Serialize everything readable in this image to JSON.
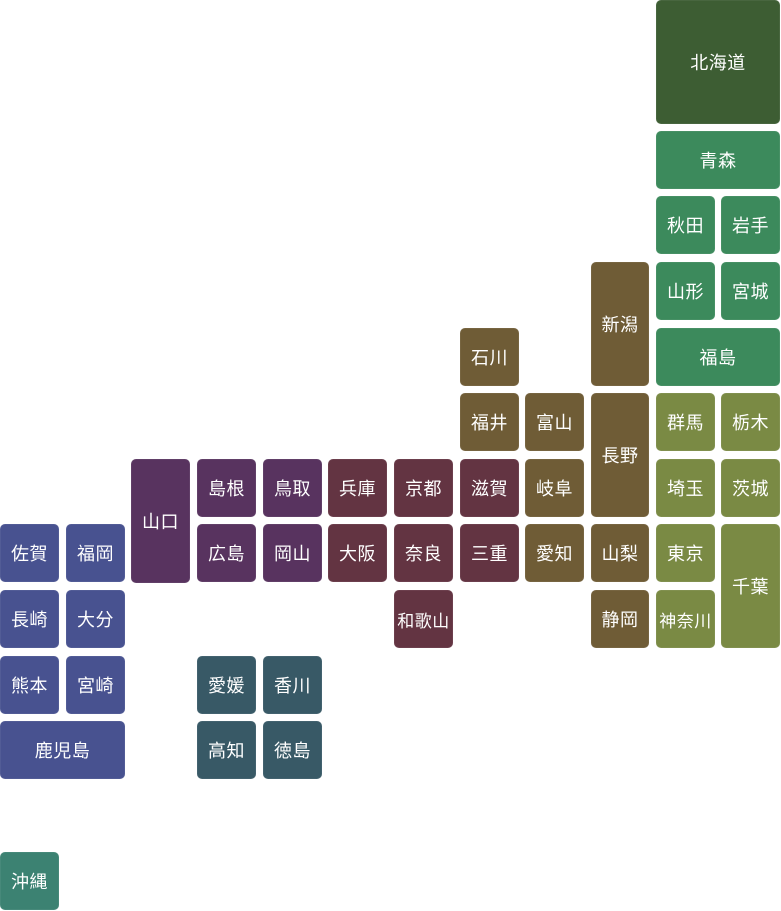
{
  "colors": {
    "hokkaido": "#3d5d33",
    "tohoku": "#3c8a5c",
    "kanto": "#7a8a44",
    "chubu": "#6f5c36",
    "kinki": "#633442",
    "chugoku": "#58335f",
    "shikoku": "#385966",
    "kyushu": "#485290",
    "okinawa": "#3c8272"
  },
  "prefectures": [
    {
      "id": "hokkaido",
      "label": "北海道",
      "region": "hokkaido"
    },
    {
      "id": "aomori",
      "label": "青森",
      "region": "tohoku"
    },
    {
      "id": "akita",
      "label": "秋田",
      "region": "tohoku"
    },
    {
      "id": "iwate",
      "label": "岩手",
      "region": "tohoku"
    },
    {
      "id": "yamagata",
      "label": "山形",
      "region": "tohoku"
    },
    {
      "id": "miyagi",
      "label": "宮城",
      "region": "tohoku"
    },
    {
      "id": "fukushima",
      "label": "福島",
      "region": "tohoku"
    },
    {
      "id": "niigata",
      "label": "新潟",
      "region": "chubu"
    },
    {
      "id": "ishikawa",
      "label": "石川",
      "region": "chubu"
    },
    {
      "id": "fukui",
      "label": "福井",
      "region": "chubu"
    },
    {
      "id": "toyama",
      "label": "富山",
      "region": "chubu"
    },
    {
      "id": "nagano",
      "label": "長野",
      "region": "chubu"
    },
    {
      "id": "gifu",
      "label": "岐阜",
      "region": "chubu"
    },
    {
      "id": "aichi",
      "label": "愛知",
      "region": "chubu"
    },
    {
      "id": "yamanashi",
      "label": "山梨",
      "region": "chubu"
    },
    {
      "id": "shizuoka",
      "label": "静岡",
      "region": "chubu"
    },
    {
      "id": "gunma",
      "label": "群馬",
      "region": "kanto"
    },
    {
      "id": "tochigi",
      "label": "栃木",
      "region": "kanto"
    },
    {
      "id": "saitama",
      "label": "埼玉",
      "region": "kanto"
    },
    {
      "id": "ibaraki",
      "label": "茨城",
      "region": "kanto"
    },
    {
      "id": "tokyo",
      "label": "東京",
      "region": "kanto"
    },
    {
      "id": "chiba",
      "label": "千葉",
      "region": "kanto"
    },
    {
      "id": "kanagawa",
      "label": "神奈川",
      "region": "kanto"
    },
    {
      "id": "shiga",
      "label": "滋賀",
      "region": "kinki"
    },
    {
      "id": "kyoto",
      "label": "京都",
      "region": "kinki"
    },
    {
      "id": "hyogo",
      "label": "兵庫",
      "region": "kinki"
    },
    {
      "id": "mie",
      "label": "三重",
      "region": "kinki"
    },
    {
      "id": "nara",
      "label": "奈良",
      "region": "kinki"
    },
    {
      "id": "osaka",
      "label": "大阪",
      "region": "kinki"
    },
    {
      "id": "wakayama",
      "label": "和歌山",
      "region": "kinki"
    },
    {
      "id": "tottori",
      "label": "鳥取",
      "region": "chugoku"
    },
    {
      "id": "shimane",
      "label": "島根",
      "region": "chugoku"
    },
    {
      "id": "okayama",
      "label": "岡山",
      "region": "chugoku"
    },
    {
      "id": "hiroshima",
      "label": "広島",
      "region": "chugoku"
    },
    {
      "id": "yamaguchi",
      "label": "山口",
      "region": "chugoku"
    },
    {
      "id": "ehime",
      "label": "愛媛",
      "region": "shikoku"
    },
    {
      "id": "kagawa",
      "label": "香川",
      "region": "shikoku"
    },
    {
      "id": "kochi",
      "label": "高知",
      "region": "shikoku"
    },
    {
      "id": "tokushima",
      "label": "徳島",
      "region": "shikoku"
    },
    {
      "id": "saga",
      "label": "佐賀",
      "region": "kyushu"
    },
    {
      "id": "fukuoka",
      "label": "福岡",
      "region": "kyushu"
    },
    {
      "id": "nagasaki",
      "label": "長崎",
      "region": "kyushu"
    },
    {
      "id": "oita",
      "label": "大分",
      "region": "kyushu"
    },
    {
      "id": "kumamoto",
      "label": "熊本",
      "region": "kyushu"
    },
    {
      "id": "miyazaki",
      "label": "宮崎",
      "region": "kyushu"
    },
    {
      "id": "kagoshima",
      "label": "鹿児島",
      "region": "kyushu"
    },
    {
      "id": "okinawa",
      "label": "沖縄",
      "region": "okinawa"
    }
  ]
}
